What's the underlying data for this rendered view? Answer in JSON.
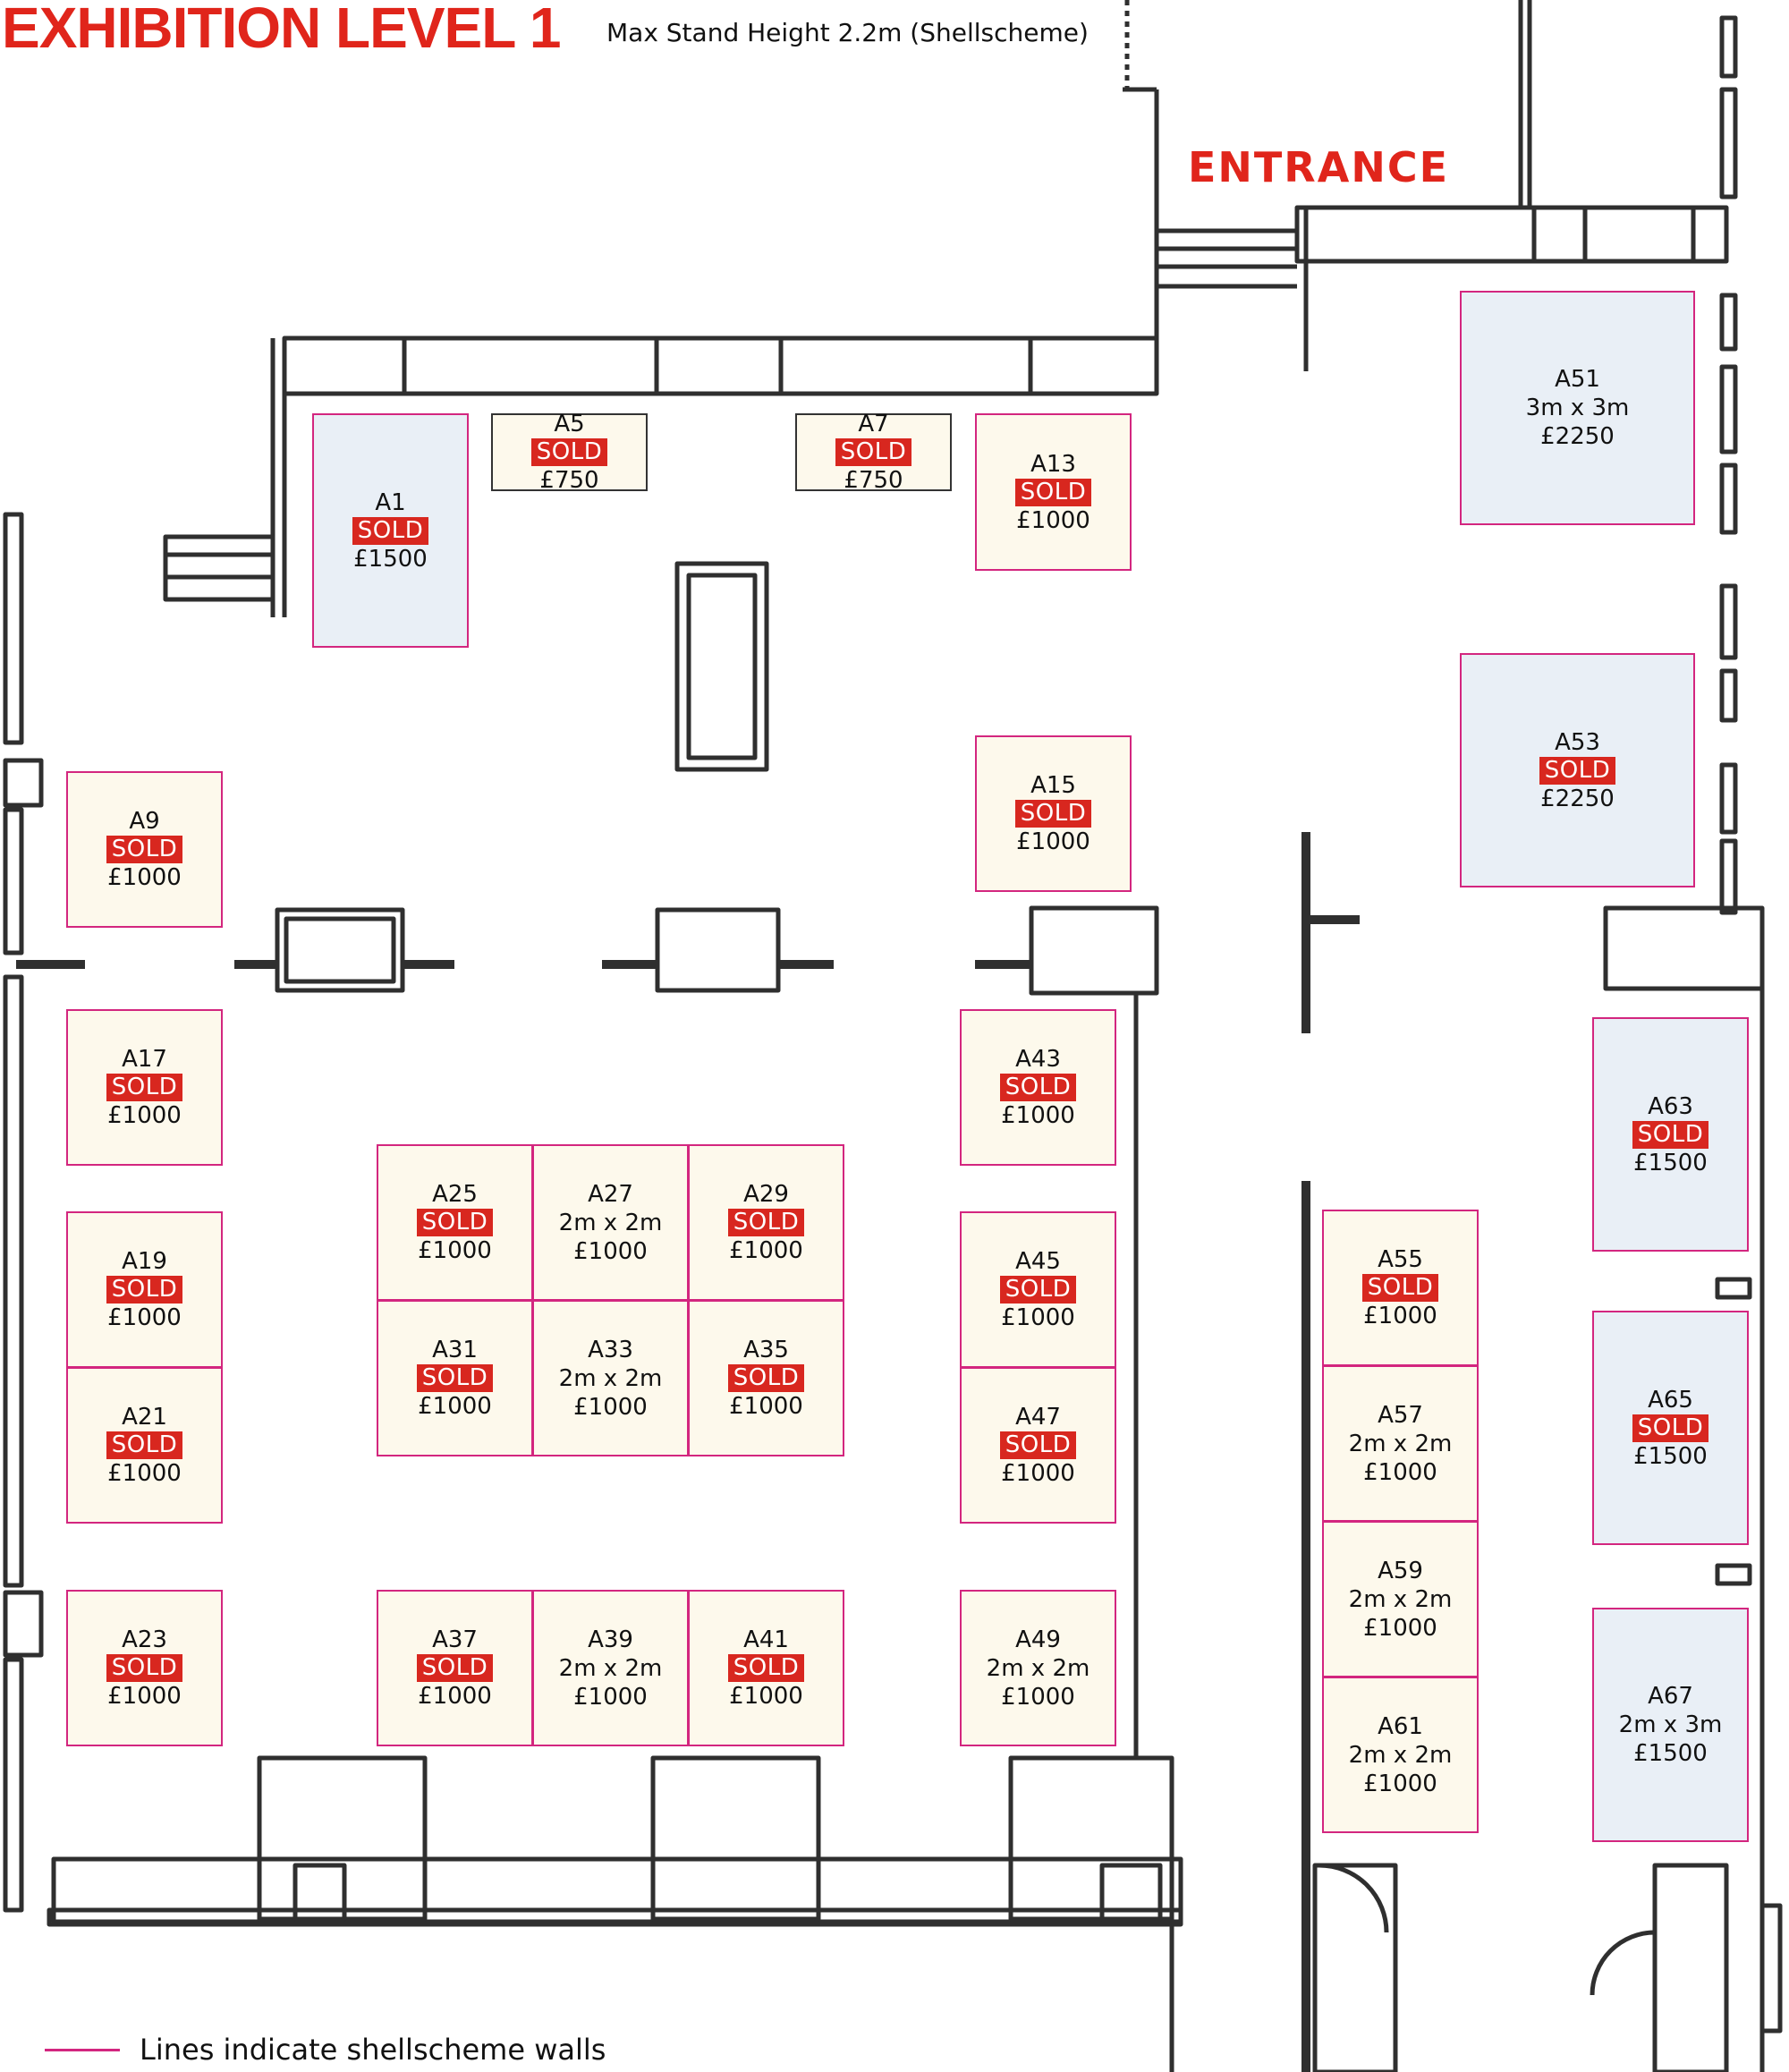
{
  "title": "EXHIBITION LEVEL 1",
  "subtitle": "Max Stand Height 2.2m (Shellscheme)",
  "entrance_label": "ENTRANCE",
  "legend": {
    "text": "Lines indicate shellscheme walls"
  },
  "colors": {
    "title_red": "#e0251b",
    "sold_badge": "#d8271f",
    "shellscheme_wall": "#d3267f",
    "stand_cream": "#fdf9ec",
    "stand_blue": "#e9eff6",
    "building_wall": "#333333"
  },
  "stands": [
    {
      "id": "A1",
      "lines": [
        "A1",
        "SOLD",
        "£1500"
      ]
    },
    {
      "id": "A5",
      "lines": [
        "A5",
        "SOLD",
        "£750"
      ]
    },
    {
      "id": "A7",
      "lines": [
        "A7",
        "SOLD",
        "£750"
      ]
    },
    {
      "id": "A13",
      "lines": [
        "A13",
        "SOLD",
        "£1000"
      ]
    },
    {
      "id": "A51",
      "lines": [
        "A51",
        "3m x 3m",
        "£2250"
      ]
    },
    {
      "id": "A53",
      "lines": [
        "A53",
        "SOLD",
        "£2250"
      ]
    },
    {
      "id": "A9",
      "lines": [
        "A9",
        "SOLD",
        "£1000"
      ]
    },
    {
      "id": "A15",
      "lines": [
        "A15",
        "SOLD",
        "£1000"
      ]
    },
    {
      "id": "A17",
      "lines": [
        "A17",
        "SOLD",
        "£1000"
      ]
    },
    {
      "id": "A43",
      "lines": [
        "A43",
        "SOLD",
        "£1000"
      ]
    },
    {
      "id": "A63",
      "lines": [
        "A63",
        "SOLD",
        "£1500"
      ]
    },
    {
      "id": "A25",
      "lines": [
        "A25",
        "SOLD",
        "£1000"
      ]
    },
    {
      "id": "A27",
      "lines": [
        "A27",
        "2m x 2m",
        "£1000"
      ]
    },
    {
      "id": "A29",
      "lines": [
        "A29",
        "SOLD",
        "£1000"
      ]
    },
    {
      "id": "A31",
      "lines": [
        "A31",
        "SOLD",
        "£1000"
      ]
    },
    {
      "id": "A33",
      "lines": [
        "A33",
        "2m x 2m",
        "£1000"
      ]
    },
    {
      "id": "A35",
      "lines": [
        "A35",
        "SOLD",
        "£1000"
      ]
    },
    {
      "id": "A19",
      "lines": [
        "A19",
        "SOLD",
        "£1000"
      ]
    },
    {
      "id": "A21",
      "lines": [
        "A21",
        "SOLD",
        "£1000"
      ]
    },
    {
      "id": "A45",
      "lines": [
        "A45",
        "SOLD",
        "£1000"
      ]
    },
    {
      "id": "A47",
      "lines": [
        "A47",
        "SOLD",
        "£1000"
      ]
    },
    {
      "id": "A55",
      "lines": [
        "A55",
        "SOLD",
        "£1000"
      ]
    },
    {
      "id": "A57",
      "lines": [
        "A57",
        "2m x 2m",
        "£1000"
      ]
    },
    {
      "id": "A59",
      "lines": [
        "A59",
        "2m x 2m",
        "£1000"
      ]
    },
    {
      "id": "A61",
      "lines": [
        "A61",
        "2m x 2m",
        "£1000"
      ]
    },
    {
      "id": "A65",
      "lines": [
        "A65",
        "SOLD",
        "£1500"
      ]
    },
    {
      "id": "A67",
      "lines": [
        "A67",
        "2m x 3m",
        "£1500"
      ]
    },
    {
      "id": "A23",
      "lines": [
        "A23",
        "SOLD",
        "£1000"
      ]
    },
    {
      "id": "A37",
      "lines": [
        "A37",
        "SOLD",
        "£1000"
      ]
    },
    {
      "id": "A39",
      "lines": [
        "A39",
        "2m x 2m",
        "£1000"
      ]
    },
    {
      "id": "A41",
      "lines": [
        "A41",
        "SOLD",
        "£1000"
      ]
    },
    {
      "id": "A49",
      "lines": [
        "A49",
        "2m x 2m",
        "£1000"
      ]
    }
  ]
}
